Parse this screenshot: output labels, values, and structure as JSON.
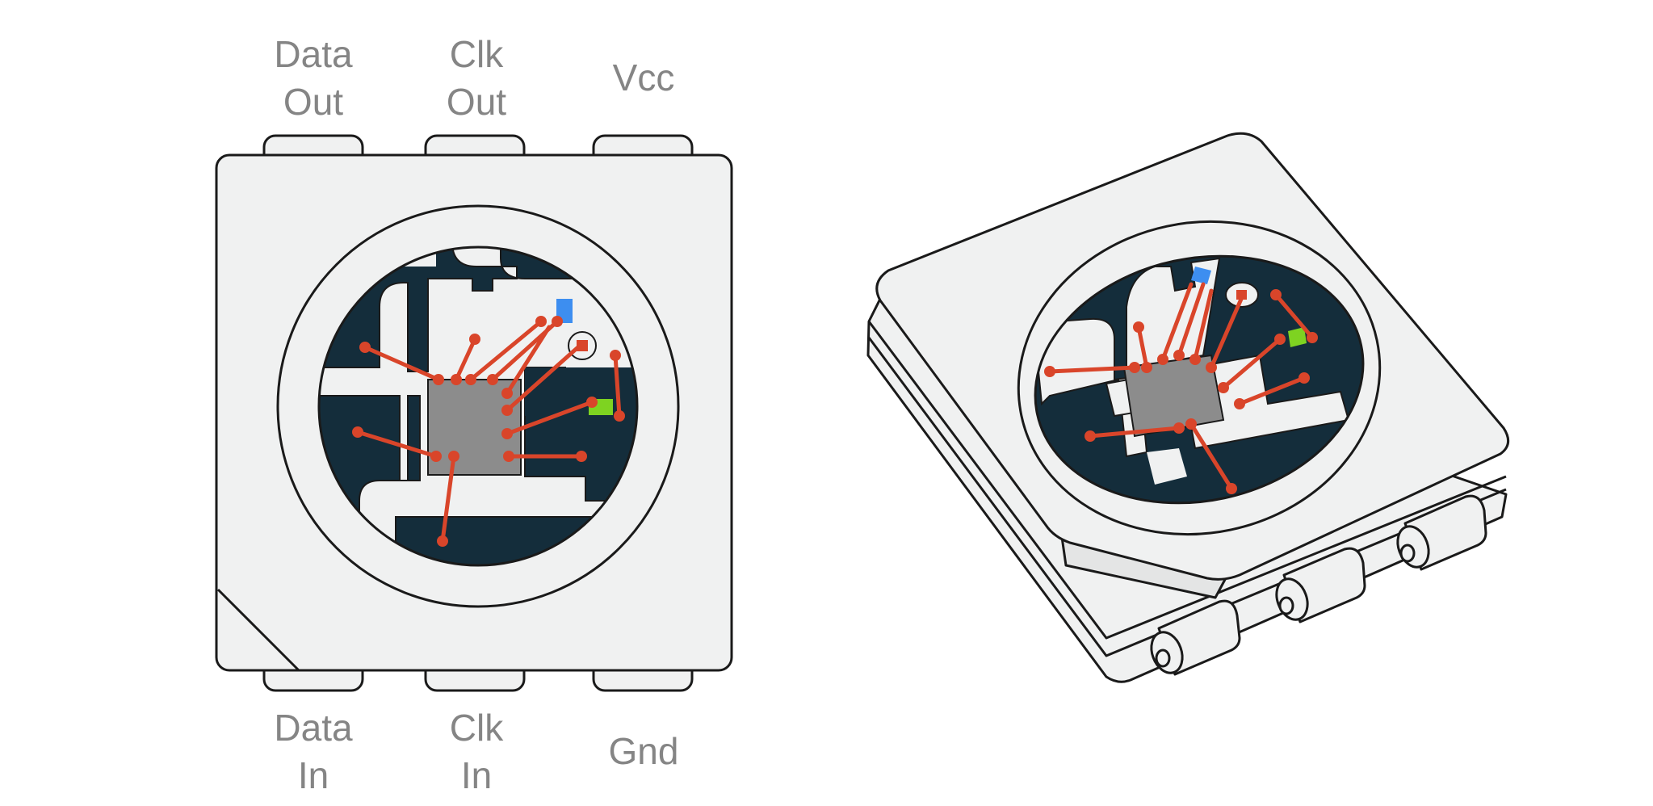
{
  "pins": {
    "data_out": [
      "Data",
      "Out"
    ],
    "clk_out": [
      "Clk",
      "Out"
    ],
    "vcc": "Vcc",
    "data_in": [
      "Data",
      "In"
    ],
    "clk_in": [
      "Clk",
      "In"
    ],
    "gnd": "Gnd"
  },
  "colors": {
    "body": "#f0f1f1",
    "outline": "#1a1a1a",
    "substrate": "#142d3b",
    "die": "#8c8c8c",
    "bond_wire": "#d9452a",
    "blue_led": "#3d8ef0",
    "green_led": "#7ed321",
    "label": "#858585"
  }
}
